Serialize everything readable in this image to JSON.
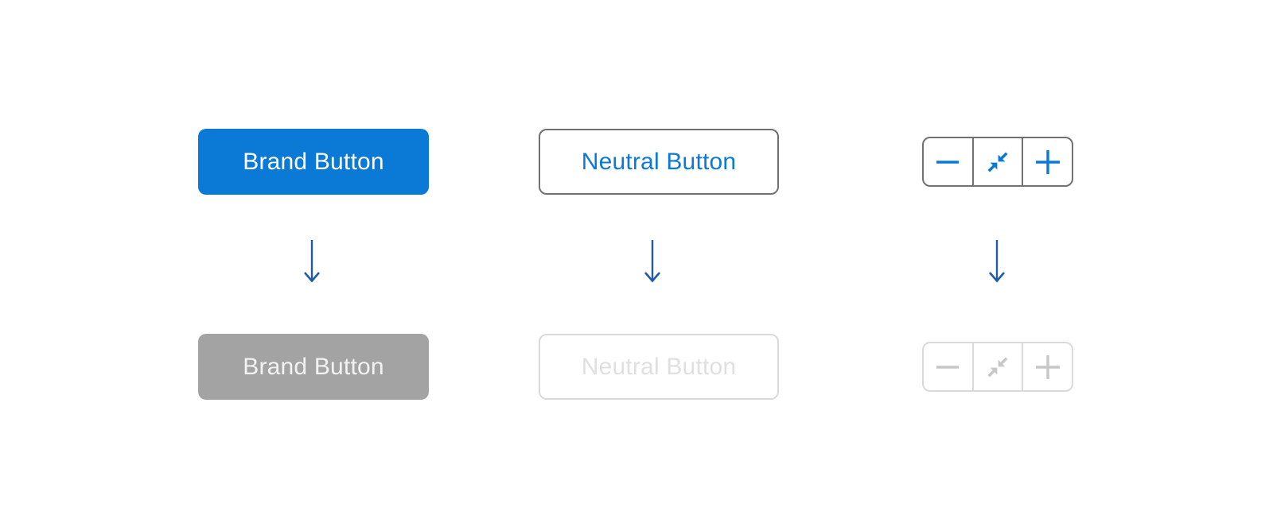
{
  "figure": {
    "background": "#ffffff",
    "columns": [
      {
        "type": "brand-button",
        "enabled_label": "Brand Button",
        "disabled_label": "Brand Button"
      },
      {
        "type": "neutral-button",
        "enabled_label": "Neutral Button",
        "disabled_label": "Neutral Button"
      },
      {
        "type": "icon-button-group",
        "icons": [
          "minus-icon",
          "collapse-icon",
          "plus-icon"
        ]
      }
    ],
    "transition_icon": "down-arrow-icon"
  },
  "colors": {
    "canvas_bg": "#ffffff",
    "brand_blue": "#0b7ad7",
    "brand_text": "#ffffff",
    "arrow_blue": "#2159ab",
    "neutral_border": "#717171",
    "disabled_fill": "#a3a3a3",
    "disabled_text_on_fill": "#f2f2f2",
    "disabled_border": "#dadada",
    "disabled_text": "#e0e0e0",
    "disabled_icon": "#c7c7c7"
  }
}
